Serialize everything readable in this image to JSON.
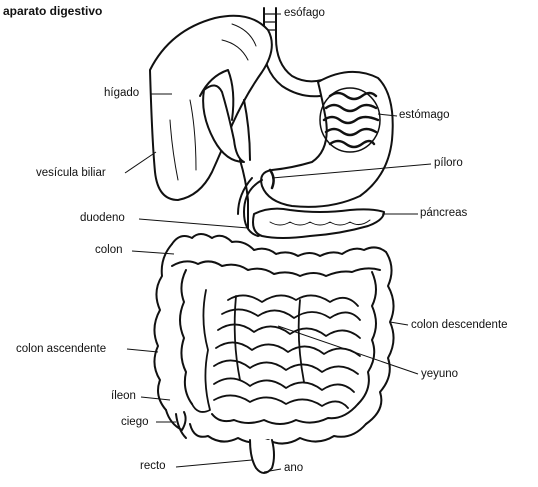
{
  "title": "aparato digestivo",
  "labels": {
    "esofago": "esófago",
    "higado": "hígado",
    "estomago": "estómago",
    "vesicula": "vesícula biliar",
    "piloro": "píloro",
    "duodeno": "duodeno",
    "pancreas": "páncreas",
    "colon": "colon",
    "colon_descendente": "colon descendente",
    "colon_ascendente": "colon ascendente",
    "yeyuno": "yeyuno",
    "ileon": "íleon",
    "ciego": "ciego",
    "recto": "recto",
    "ano": "ano"
  }
}
